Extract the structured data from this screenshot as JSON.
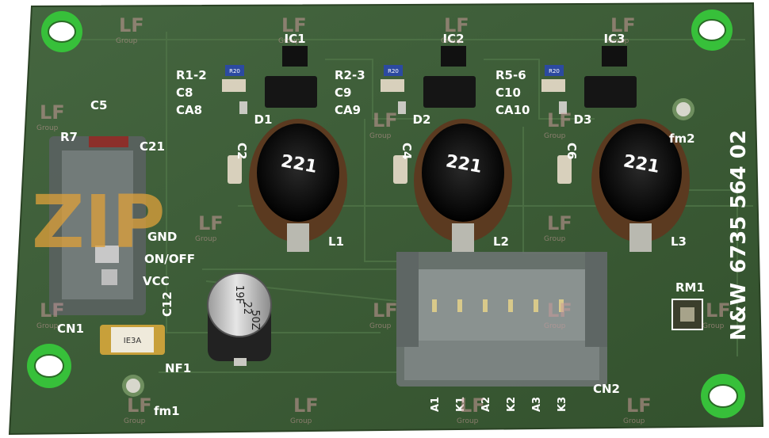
{
  "board": {
    "part_number": "6735 564 02",
    "brand": "N&W",
    "colors": {
      "pcb": "#3c5a33",
      "silkscreen": "#ffffff",
      "pad": "#c9c9c2"
    }
  },
  "ics": [
    {
      "label": "IC1",
      "resistor": "R1-2",
      "cap": "C8",
      "cap_a": "CA8",
      "diode": "D1",
      "inductor": "L1",
      "inductor_value": "221"
    },
    {
      "label": "IC2",
      "resistor": "R2-3",
      "cap": "C9",
      "cap_a": "CA9",
      "diode": "D2",
      "inductor": "L2",
      "inductor_value": "221"
    },
    {
      "label": "IC3",
      "resistor": "R5-6",
      "cap": "C10",
      "cap_a": "CA10",
      "diode": "D3",
      "inductor": "L3",
      "inductor_value": "221"
    }
  ],
  "resistor_marking": "R20",
  "labels": {
    "c5": "C5",
    "r7": "R7",
    "c21": "C21",
    "c2": "C2",
    "c4": "C4",
    "c6": "C6",
    "c12": "C12",
    "cn1": "CN1",
    "cn2": "CN2",
    "nf1": "NF1",
    "rm1": "RM1",
    "fm1": "fm1",
    "fm2": "fm2",
    "gnd": "GND",
    "on_off": "ON/OFF",
    "vcc": "VCC"
  },
  "fuse_marking": "IE3A",
  "electrolytic_marking": [
    "19F",
    "22",
    "50Z"
  ],
  "cn2_pins": [
    "A1",
    "K1",
    "A2",
    "K2",
    "A3",
    "K3"
  ],
  "watermark": {
    "logo": "ZIP",
    "tile_text": "LF",
    "tile_sub": "Group"
  }
}
